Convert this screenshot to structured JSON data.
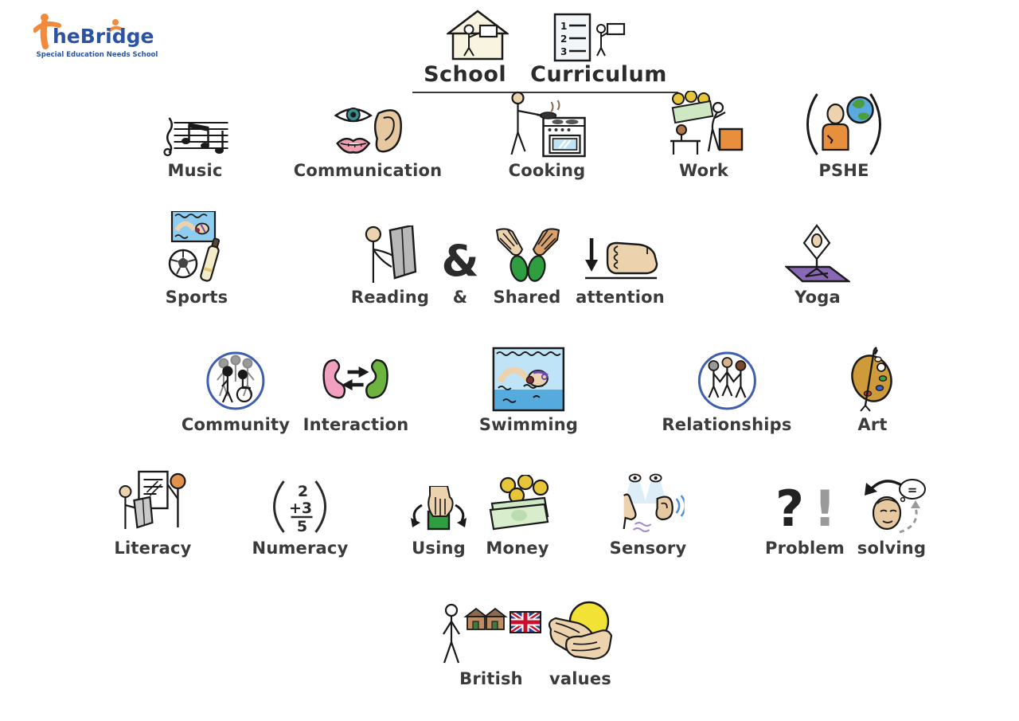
{
  "logo": {
    "name": "TheBridge",
    "name_rest": "heBridge",
    "tagline": "Special Education Needs School"
  },
  "header": {
    "title_left": "School",
    "title_right": "Curriculum",
    "icons": [
      "school-house-icon",
      "curriculum-list-icon"
    ]
  },
  "items": {
    "music": "Music",
    "communication": "Communication",
    "cooking": "Cooking",
    "work": "Work",
    "pshe": "PSHE",
    "sports": "Sports",
    "reading": "Reading",
    "ampersand": "&",
    "shared": "Shared",
    "attention": "attention",
    "yoga": "Yoga",
    "community": "Community",
    "interaction": "Interaction",
    "swimming": "Swimming",
    "relationships": "Relationships",
    "art": "Art",
    "literacy": "Literacy",
    "numeracy": "Numeracy",
    "using": "Using",
    "money": "Money",
    "sensory": "Sensory",
    "problem": "Problem",
    "solving": "solving",
    "british": "British",
    "values": "values"
  },
  "glyphs": {
    "ampersand_large": "&",
    "question_mark": "?",
    "exclamation_mark": "!",
    "equals_sign": "=",
    "numeracy_sum": {
      "addend1": "2",
      "addend2": "+3",
      "result": "5"
    },
    "curriculum_list": {
      "n1": "1",
      "n2": "2",
      "n3": "3"
    }
  },
  "colors": {
    "logo_blue": "#2b52a3",
    "logo_orange": "#f08a3c",
    "label_text": "#3b3b3b",
    "skin": "#ecd3ad",
    "skin_dark": "#d8a06a",
    "orange": "#e78f3c",
    "green": "#2f9e41",
    "pink": "#f2a0c0",
    "light_green": "#6cb33f",
    "ring_blue": "#3f5fae",
    "mat_purple": "#8868b5",
    "water_light": "#bfe3f7",
    "water_dark": "#55abdd",
    "coin_gold": "#e8c63a",
    "note_green": "#cfe8c4",
    "ball_yellow": "#f2e235"
  }
}
